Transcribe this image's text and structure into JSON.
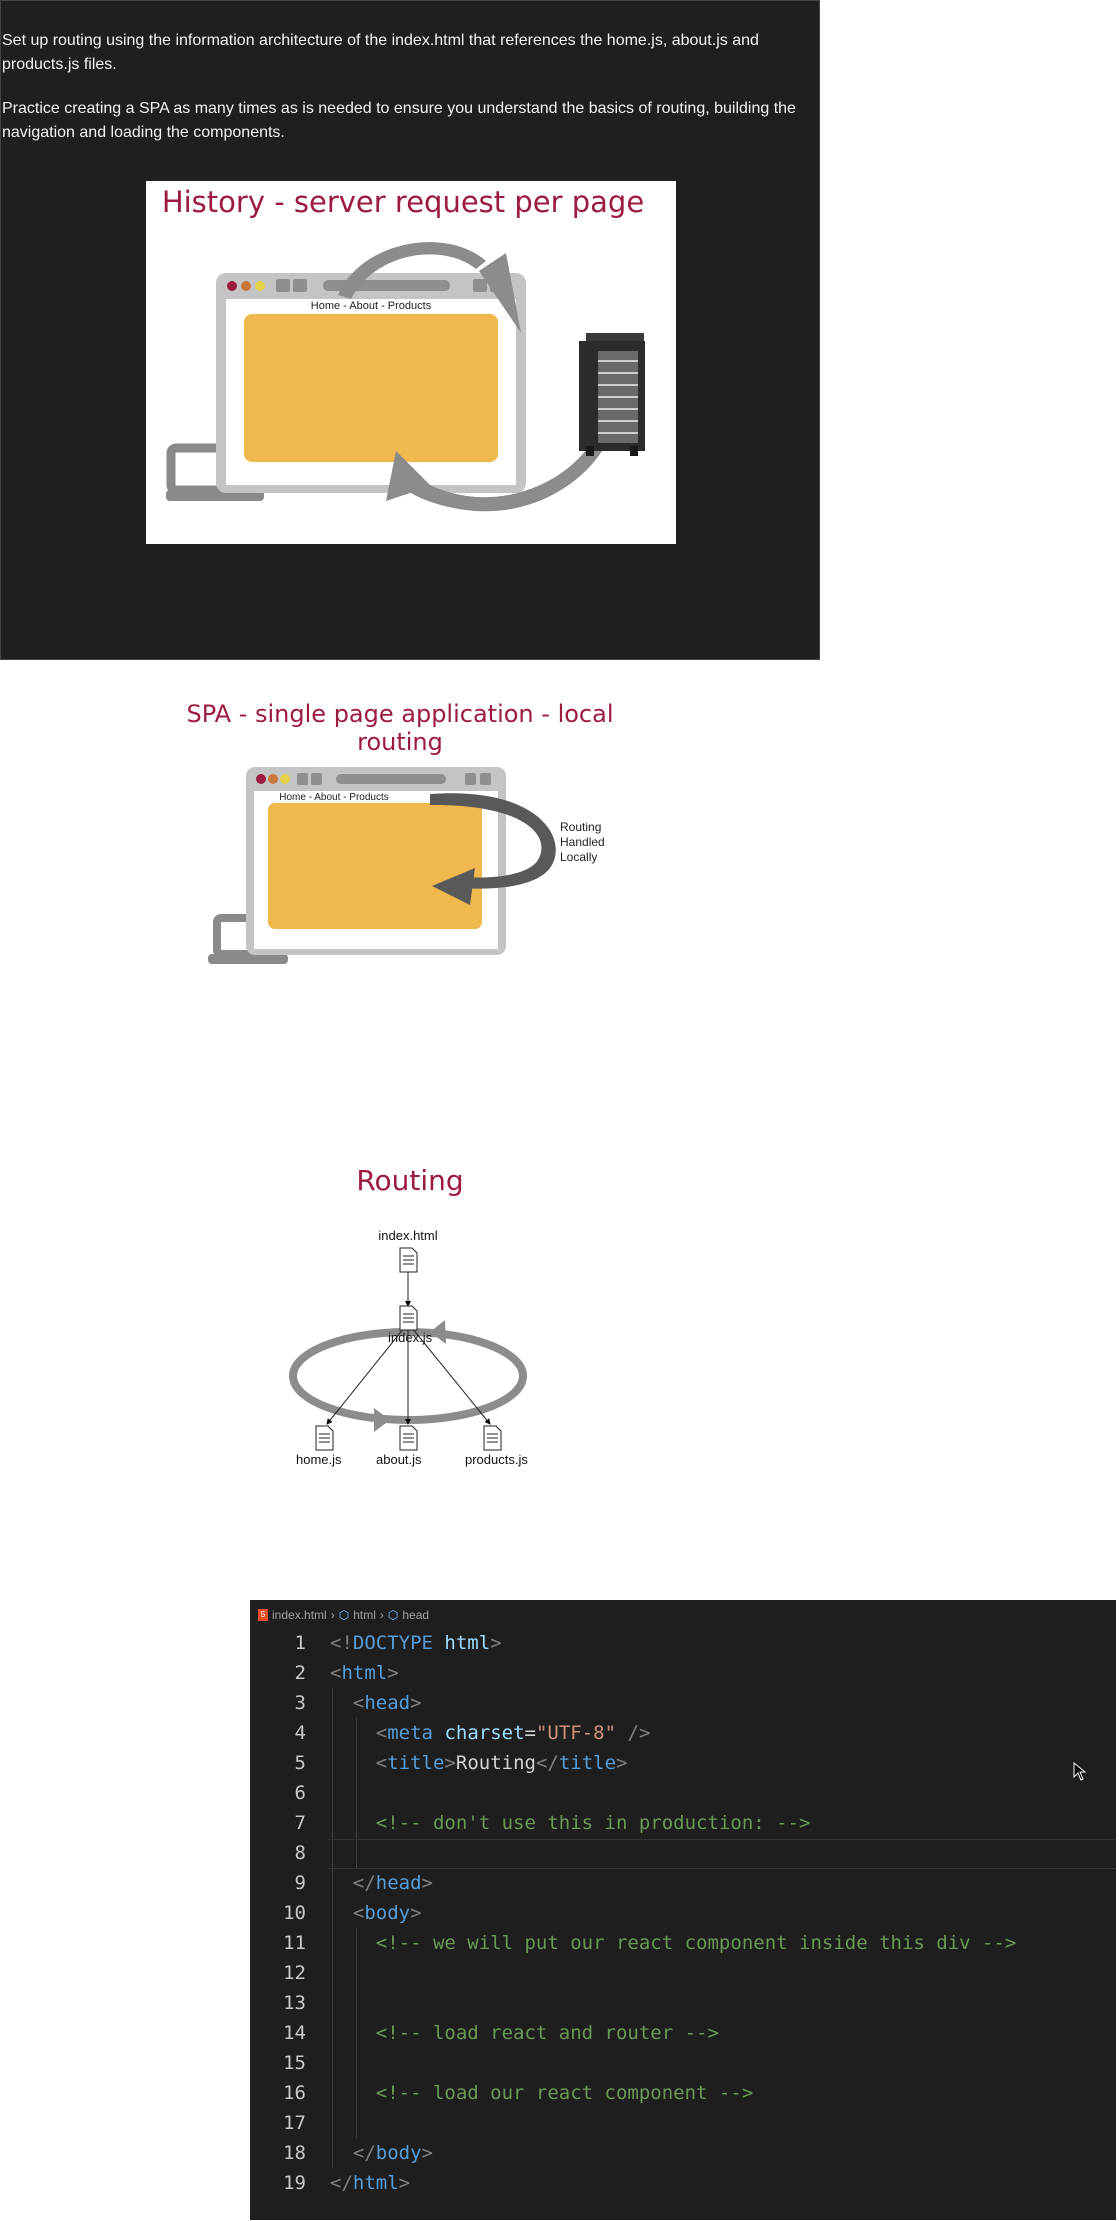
{
  "intro": {
    "paragraph1": "Set up routing using the information architecture of the index.html that references the home.js, about.js and products.js files.",
    "paragraph2": "Practice creating a SPA as many times as is needed to ensure you understand the basics of routing, building the navigation and loading the components."
  },
  "slide1": {
    "title": "History - server request per page",
    "nav_text": "Home - About - Products"
  },
  "slide2": {
    "title": "SPA - single page application - local routing",
    "nav_text": "Home - About - Products",
    "side_label_1": "Routing",
    "side_label_2": "Handled",
    "side_label_3": "Locally"
  },
  "slide3": {
    "title": "Routing",
    "files": {
      "index_html": "index.html",
      "index_js": "index.js",
      "home_js": "home.js",
      "about_js": "about.js",
      "products_js": "products.js"
    }
  },
  "editor": {
    "breadcrumb": [
      "index.html",
      "html",
      "head"
    ],
    "line_numbers": [
      "1",
      "2",
      "3",
      "4",
      "5",
      "6",
      "7",
      "8",
      "9",
      "10",
      "11",
      "12",
      "13",
      "14",
      "15",
      "16",
      "17",
      "18",
      "19"
    ],
    "code": {
      "l1_doctype": "<!DOCTYPE",
      "l1_html": "html",
      "l2_html": "html",
      "l3_head": "head",
      "l4_meta": "meta",
      "l4_attr": "charset",
      "l4_value": "\"UTF-8\"",
      "l5_tag": "title",
      "l5_text": "Routing",
      "l7_comment": "<!-- don't use this in production: -->",
      "l9_head": "head",
      "l10_body": "body",
      "l11_comment": "<!-- we will put our react component inside this div -->",
      "l14_comment": "<!-- load react and router -->",
      "l16_comment": "<!-- load our react component -->",
      "l18_body": "body",
      "l19_html": "html"
    },
    "colors": {
      "background": "#1e1e1e",
      "tag": "#569cd6",
      "attribute": "#9cdcfe",
      "string": "#ce9178",
      "comment": "#6a9955",
      "punctuation": "#808080"
    }
  },
  "theme": {
    "slide_title_color": "#9c1b3f",
    "browser_content_color": "#f0b94d",
    "browser_frame_color": "#c4c4c4"
  }
}
